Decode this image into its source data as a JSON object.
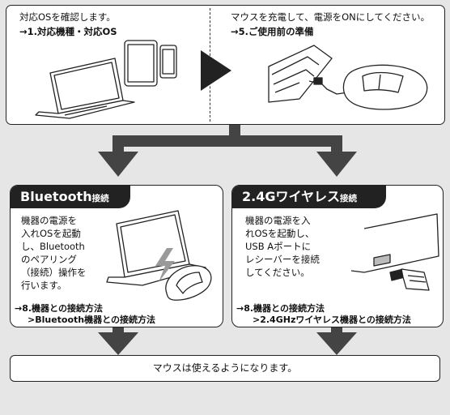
{
  "top": {
    "left_line1": "対応OSを確認します。",
    "left_line2": "→1.対応機種・対応OS",
    "right_line1": "マウスを充電して、電源をONにしてください。",
    "right_line2": "→5.ご使用前の準備"
  },
  "bluetooth": {
    "title_main": "Bluetooth",
    "title_sub": "接続",
    "desc": [
      "機器の電源を",
      "入れOSを起動",
      "し、Bluetooth",
      "のペアリング",
      "（接続）操作を",
      "行います。"
    ],
    "link1": "→8.機器との接続方法",
    "link2": ">Bluetooth機器との接続方法"
  },
  "wireless": {
    "title_main": "2.4Gワイヤレス",
    "title_sub": "接続",
    "desc": [
      "機器の電源を入",
      "れOSを起動し、",
      "USB Aポートに",
      "レシーバーを接続",
      "してください。"
    ],
    "link1": "→8.機器との接続方法",
    "link2": ">2.4GHzワイヤレス機器との接続方法"
  },
  "bottom": {
    "text": "マウスは使えるようになります。"
  },
  "colors": {
    "dark": "#222222",
    "background": "#e6e6e6",
    "box": "#ffffff",
    "flow": "#444444"
  }
}
